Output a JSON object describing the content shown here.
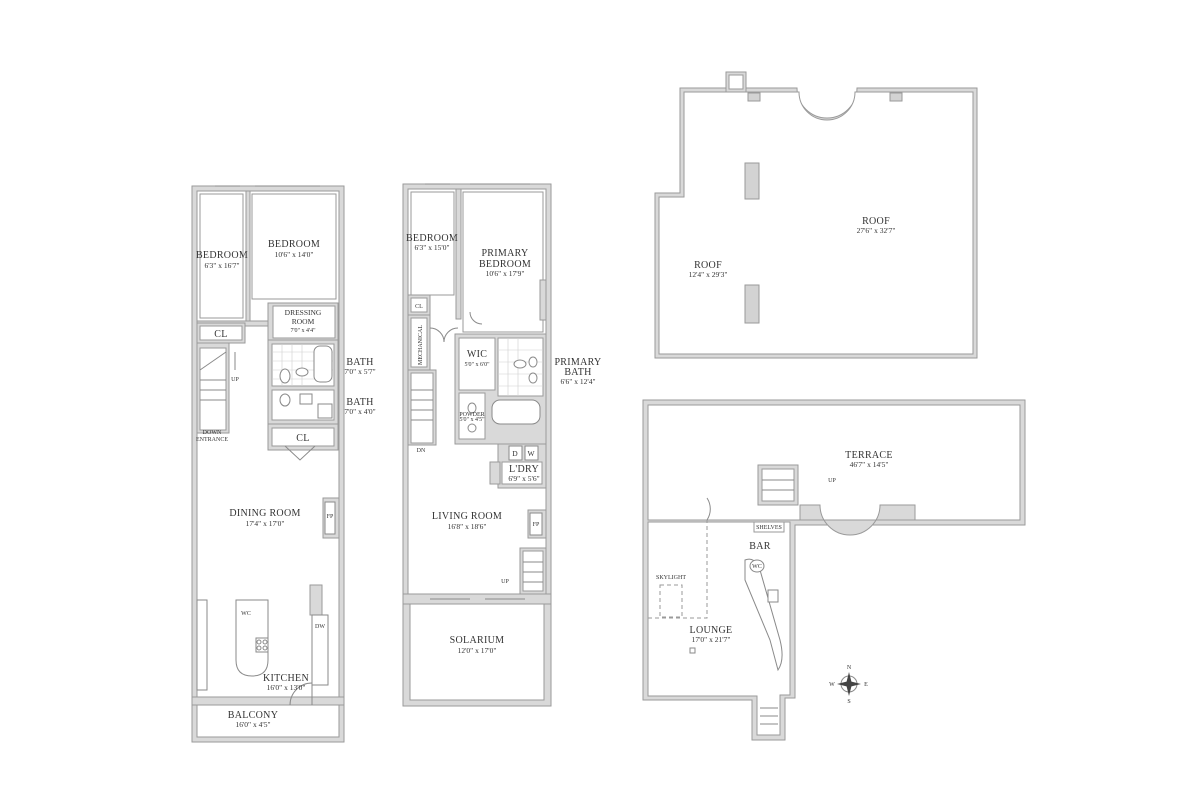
{
  "floor1": {
    "bedroom_a": {
      "name": "BEDROOM",
      "dims": "6'3\" x 16'7\""
    },
    "bedroom_b": {
      "name": "BEDROOM",
      "dims": "10'6\" x 14'0\""
    },
    "dressing": {
      "name1": "DRESSING",
      "name2": "ROOM",
      "dims": "7'0\" x 4'4\""
    },
    "closet_a": "CL",
    "closet_b": "CL",
    "bath_a": {
      "name": "BATH",
      "dims": "7'0\" x 5'7\""
    },
    "bath_b": {
      "name": "BATH",
      "dims": "7'0\" x 4'0\""
    },
    "stair_up": "UP",
    "down": "DOWN",
    "entrance": "ENTRANCE",
    "dining": {
      "name": "DINING ROOM",
      "dims": "17'4\" x 17'0\""
    },
    "fireplace": "FP",
    "wc": "WC",
    "dw": "DW",
    "kitchen": {
      "name": "KITCHEN",
      "dims": "16'0\" x 13'0\""
    },
    "balcony": {
      "name": "BALCONY",
      "dims": "16'0\" x 4'5\""
    }
  },
  "floor2": {
    "bedroom": {
      "name": "BEDROOM",
      "dims": "6'3\" x 15'0\""
    },
    "primary_bedroom": {
      "name1": "PRIMARY",
      "name2": "BEDROOM",
      "dims": "10'6\" x 17'9\""
    },
    "closet": "CL",
    "mechanical": "MECHANICAL",
    "wic": {
      "name": "WIC",
      "dims": "5'0\" x 6'0\""
    },
    "primary_bath": {
      "name1": "PRIMARY",
      "name2": "BATH",
      "dims": "6'6\" x 12'4\""
    },
    "powder": {
      "name": "POWDER",
      "dims": "5'0\" x 4'5\""
    },
    "stair_dn": "DN",
    "washer": "W",
    "dryer": "D",
    "laundry": {
      "name": "L'DRY",
      "dims": "6'9\" x 5'6\""
    },
    "living": {
      "name": "LIVING ROOM",
      "dims": "16'8\" x 18'6\""
    },
    "fireplace": "FP",
    "stair_up": "UP",
    "solarium": {
      "name": "SOLARIUM",
      "dims": "12'0\" x 17'0\""
    }
  },
  "roof": {
    "roof_large": {
      "name": "ROOF",
      "dims": "27'6\" x 32'7\""
    },
    "roof_small": {
      "name": "ROOF",
      "dims": "12'4\" x 29'3\""
    }
  },
  "upper": {
    "terrace": {
      "name": "TERRACE",
      "dims": "46'7\" x 14'5\""
    },
    "stair_up": "UP",
    "shelves": "SHELVES",
    "bar": "BAR",
    "wc": "WC",
    "skylight": "SKYLIGHT",
    "lounge": {
      "name": "LOUNGE",
      "dims": "17'0\" x 21'7\""
    }
  },
  "compass": {
    "n": "N",
    "s": "S",
    "e": "E",
    "w": "W"
  }
}
